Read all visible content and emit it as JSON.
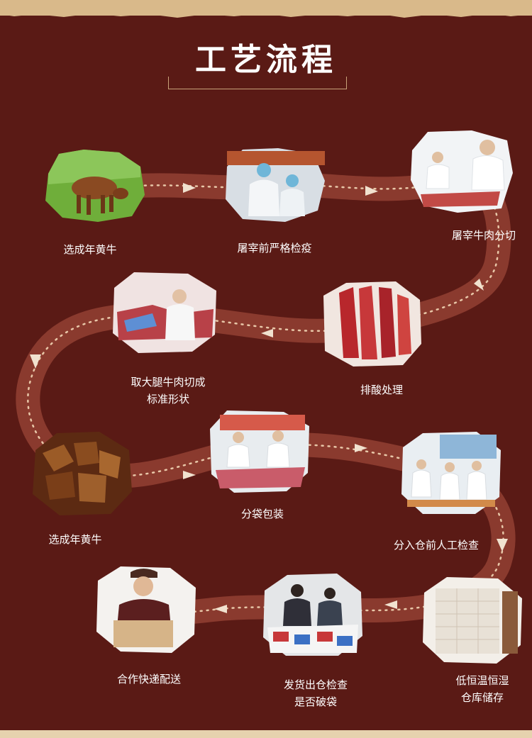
{
  "title": "工艺流程",
  "colors": {
    "background": "#5a1a15",
    "path": "#8a3a2e",
    "path_dots": "#e8c7a8",
    "text": "#ffffff"
  },
  "steps": [
    {
      "label": "选成年黄牛",
      "image": "cow-in-pasture"
    },
    {
      "label": "屠宰前严格检疫",
      "image": "inspection-workers"
    },
    {
      "label": "屠宰牛肉分切",
      "image": "meat-cutting-workers"
    },
    {
      "label": "排酸处理",
      "image": "hanging-meat"
    },
    {
      "label": "取大腿牛肉切成",
      "label2": "标准形状",
      "image": "trimming-beef-legs"
    },
    {
      "label": "选成年黄牛",
      "image": "dried-beef-pieces"
    },
    {
      "label": "分袋包装",
      "image": "bagging-line"
    },
    {
      "label": "分入仓前人工检查",
      "image": "manual-check"
    },
    {
      "label": "低恒温恒湿",
      "label2": "仓库储存",
      "image": "warehouse-boxes"
    },
    {
      "label": "发货出仓检查",
      "label2": "是否破袋",
      "image": "shipping-inspection"
    },
    {
      "label": "合作快递配送",
      "image": "delivery-man"
    }
  ]
}
